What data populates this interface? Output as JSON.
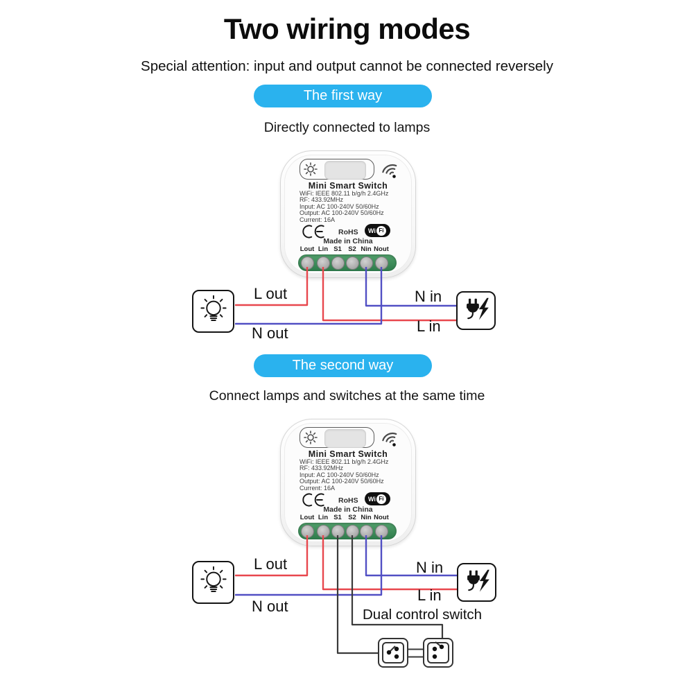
{
  "page": {
    "title": "Two wiring modes",
    "subtitle": "Special attention: input and output cannot be connected reversely"
  },
  "sections": [
    {
      "pill_label": "The first way",
      "heading": "Directly connected to lamps",
      "labels": {
        "l_out": "L out",
        "n_out": "N out",
        "n_in": "N in",
        "l_in": "L in"
      }
    },
    {
      "pill_label": "The second way",
      "heading": "Connect lamps and switches at the same time",
      "labels": {
        "l_out": "L out",
        "n_out": "N out",
        "n_in": "N in",
        "l_in": "L in",
        "dual_control": "Dual control switch"
      }
    }
  ],
  "device": {
    "name": "Mini Smart Switch",
    "specs": [
      "WiFi: IEEE 802.11 b/g/h  2.4GHz",
      "RF: 433.92MHz",
      "Input:  AC 100-240V  50/60Hz",
      "Output:  AC 100-240V  50/60Hz",
      "Current:  16A"
    ],
    "cert_rohs": "RoHS",
    "wifi_badge": {
      "wi": "Wi",
      "fi": "Fi"
    },
    "origin": "Made in China",
    "terminals": [
      "Lout",
      "Lin",
      "S1",
      "S2",
      "Nin",
      "Nout"
    ]
  },
  "colors": {
    "accent_blue": "#2ab2ee",
    "wire_red": "#e8474d",
    "wire_blue": "#514fc4",
    "wire_black": "#3a3a3a",
    "terminal_green": "#3e8b57"
  }
}
